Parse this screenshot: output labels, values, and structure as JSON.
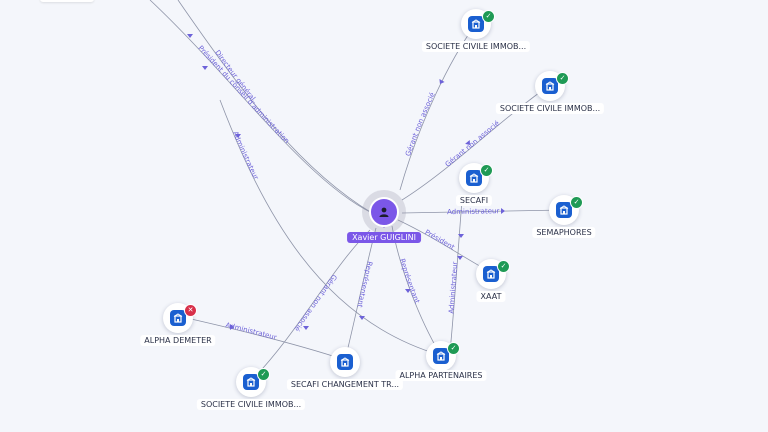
{
  "center": {
    "name": "Xavier GUIGLINI",
    "icon": "person-icon"
  },
  "company_icon": "building-icon",
  "nodes": [
    {
      "id": "sci1",
      "label": "SOCIETE CIVILE IMMOB...",
      "status": "active"
    },
    {
      "id": "sci2",
      "label": "SOCIETE CIVILE IMMOB...",
      "status": "active"
    },
    {
      "id": "secafi",
      "label": "SECAFI",
      "status": "active"
    },
    {
      "id": "semaphores",
      "label": "SEMAPHORES",
      "status": "active"
    },
    {
      "id": "xaat",
      "label": "XAAT",
      "status": "active"
    },
    {
      "id": "alpha_demeter",
      "label": "ALPHA DEMETER",
      "status": "closed"
    },
    {
      "id": "alpha_partenaires",
      "label": "ALPHA PARTENAIRES",
      "status": "active"
    },
    {
      "id": "secafi_ct",
      "label": "SECAFI CHANGEMENT TR...",
      "status": "none"
    },
    {
      "id": "sci3",
      "label": "SOCIETE CIVILE IMMOB...",
      "status": "active"
    }
  ],
  "edges": [
    {
      "id": "e-pres-ca",
      "label": "Président du conseil d'administration"
    },
    {
      "id": "e-dg",
      "label": "Directeur général"
    },
    {
      "id": "e-admin-ap",
      "label": "Administrateur"
    },
    {
      "id": "e-gna-sci1",
      "label": "Gérant non associé"
    },
    {
      "id": "e-gna-sci2",
      "label": "Gérant non associé"
    },
    {
      "id": "e-admin-sem",
      "label": "Administrateur"
    },
    {
      "id": "e-pres-xaat",
      "label": "Président"
    },
    {
      "id": "e-admin-xaat",
      "label": "Administrateur"
    },
    {
      "id": "e-rep-ap",
      "label": "Représentant"
    },
    {
      "id": "e-rep-sct",
      "label": "Représentant"
    },
    {
      "id": "e-gna-sci3",
      "label": "Gérant non associé"
    },
    {
      "id": "e-admin-ad",
      "label": "Administrateur"
    }
  ],
  "colors": {
    "accent": "#7b57e8",
    "company": "#1a5fd0",
    "active": "#1f9a55",
    "closed": "#d8304a",
    "edge_label": "#6d62d9"
  }
}
